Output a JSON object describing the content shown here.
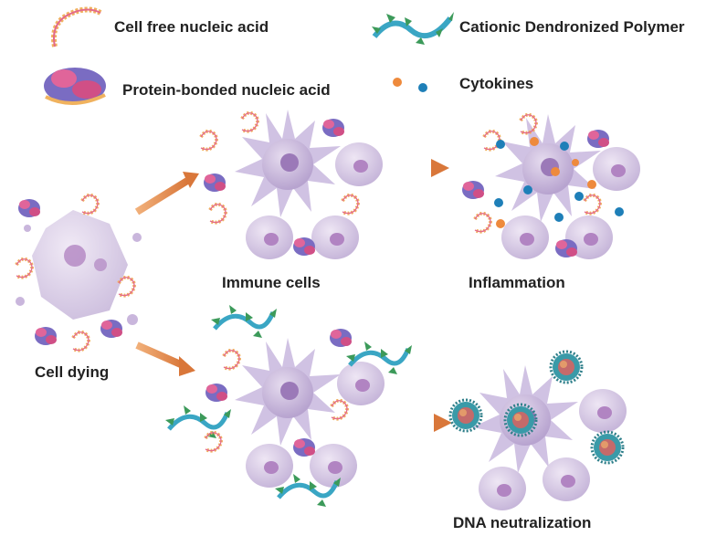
{
  "legend": {
    "cfna": "Cell free nucleic acid",
    "polymer": "Cationic Dendronized Polymer",
    "pbna": "Protein-bonded nucleic acid",
    "cytokines": "Cytokines"
  },
  "stages": {
    "cell_dying": "Cell dying",
    "immune_cells": "Immune cells",
    "inflammation": "Inflammation",
    "dna_neutralization": "DNA neutralization"
  },
  "colors": {
    "cytokine_orange": "#ee8a3c",
    "cytokine_blue": "#1e7fb8",
    "arrow": "#d9773a",
    "cell": "#c9b6dc",
    "polymer": "#3aa6c4",
    "polymer_tips": "#3c9a5a"
  }
}
